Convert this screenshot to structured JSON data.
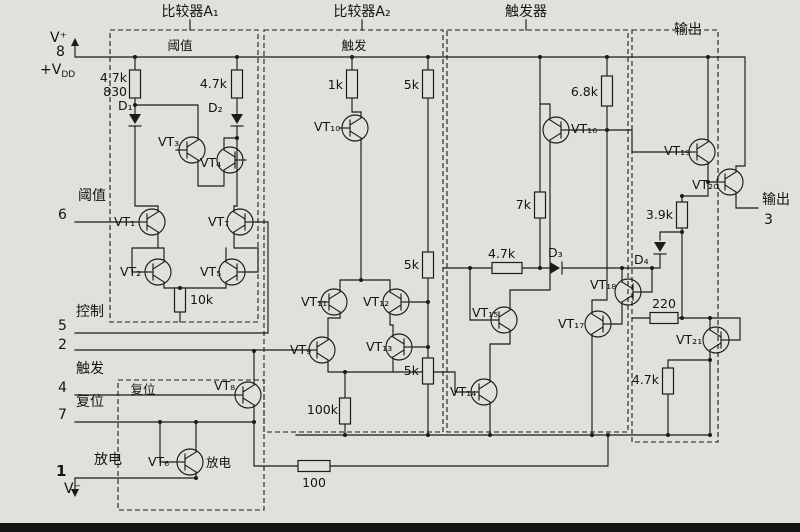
{
  "sections": {
    "a1": {
      "label": "比较器A₁"
    },
    "a2": {
      "label": "比较器A₂"
    },
    "ff": {
      "label": "触发器"
    },
    "out": {
      "label": "输出"
    }
  },
  "sublabels": {
    "threshold": "阈值",
    "trigger": "触发",
    "reset": "复位",
    "discharge": "放电"
  },
  "pins": {
    "vplus": "V⁺",
    "p8": "8",
    "vdd_base": "+V",
    "vdd_sub": "DD",
    "threshold": "阈值",
    "p6": "6",
    "control": "控制",
    "p5": "5",
    "p2": "2",
    "trigger": "触发",
    "p4": "4",
    "reset": "复位",
    "p7": "7",
    "discharge": "放电",
    "p1": "1",
    "vminus": "V⁻",
    "out_label": "输出",
    "p3": "3"
  },
  "resistors": {
    "r1a": "4.7k",
    "r1b": "830",
    "r2": "4.7k",
    "r3": "1k",
    "r4": "5k",
    "r5": "6.8k",
    "r6": "7k",
    "r7": "5k",
    "r8": "4.7k",
    "r9": "5k",
    "r10": "10k",
    "r11": "100k",
    "r12": "100",
    "r13": "3.9k",
    "r14": "220",
    "r15": "4.7k"
  },
  "transistors": {
    "vt1": "VT₁",
    "vt2": "VT₂",
    "vt3": "VT₃",
    "vt4": "VT₄",
    "vt5": "VT₅",
    "vt6": "VT₆",
    "vt7": "VT₇",
    "vt8": "VT₈",
    "vt9": "VT₉",
    "vt10": "VT₁₀",
    "vt11": "VT₁₁",
    "vt12": "VT₁₂",
    "vt13": "VT₁₃",
    "vt14": "VT₁₄",
    "vt15": "VT₁₅",
    "vt16": "VT₁₆",
    "vt17": "VT₁₇",
    "vt18": "VT₁₈",
    "vt19": "VT₁₉",
    "vt20": "VT₂₀",
    "vt21": "VT₂₁"
  },
  "diodes": {
    "d1": "D₁",
    "d2": "D₂",
    "d3": "D₃",
    "d4": "D₄"
  }
}
